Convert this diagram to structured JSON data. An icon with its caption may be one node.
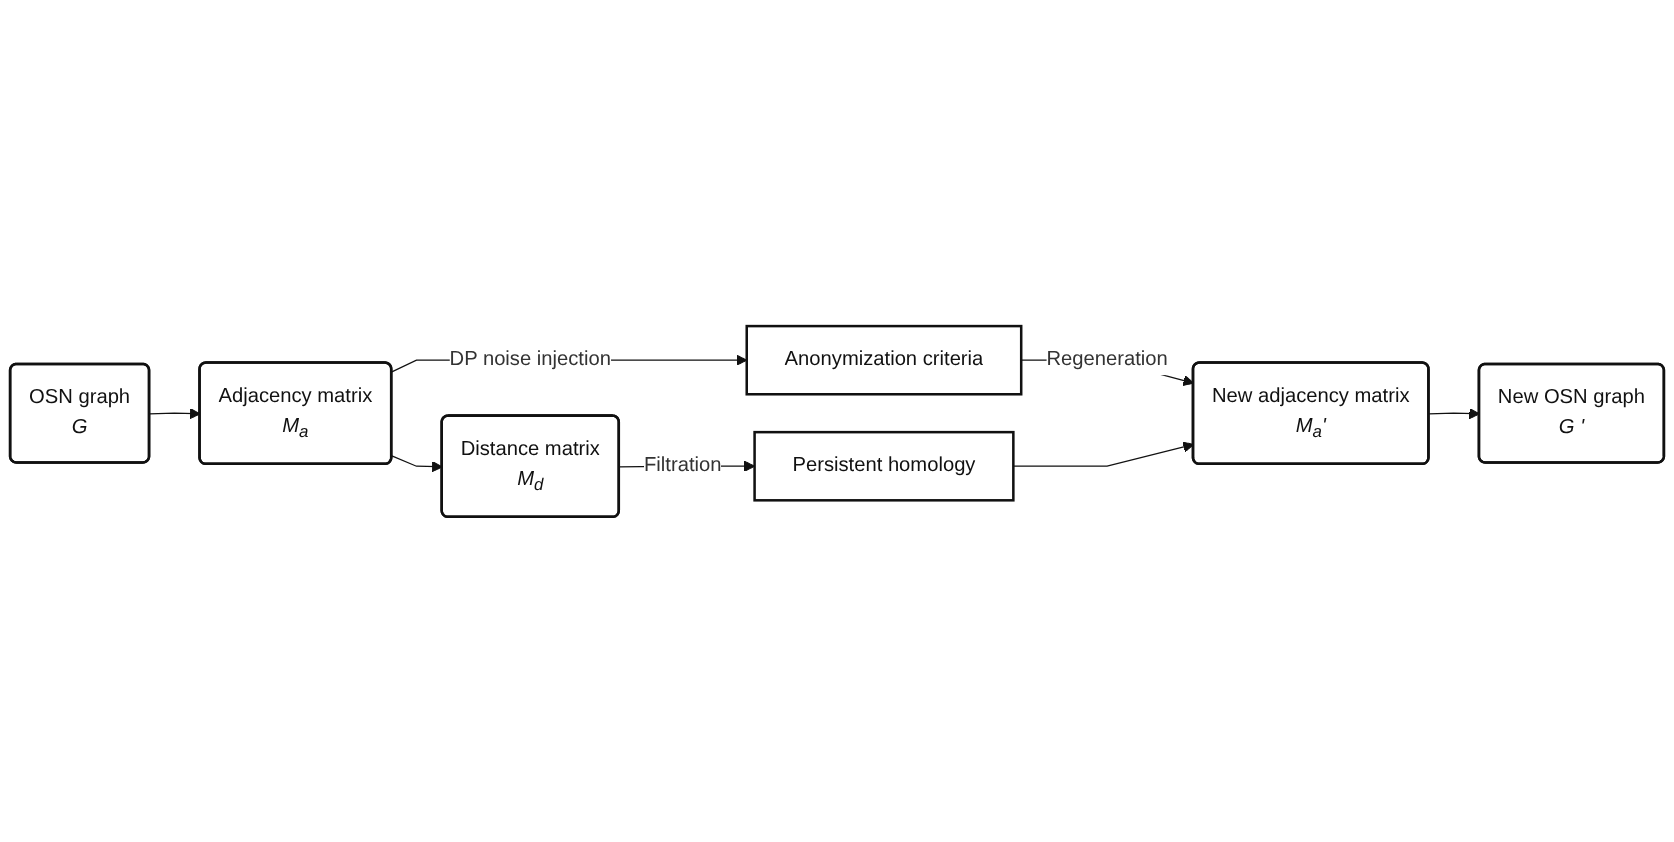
{
  "diagram": {
    "nodes": [
      {
        "text": [
          "OSN graph",
          "G"
        ]
      },
      {
        "text": [
          "Adjacency matrix",
          "M$_{a}$"
        ]
      },
      {
        "text": [
          "Distance matrix",
          "M$_{d}$"
        ]
      },
      {
        "text": [
          "Persistent homology"
        ]
      },
      {
        "text": [
          "Anonymization criteria"
        ]
      },
      {
        "text": [
          "New adjacency matrix",
          "M$_{a}$'"
        ]
      },
      {
        "text": [
          "New OSN graph",
          "G '"
        ]
      }
    ],
    "edges": [
      {
        "from": 0,
        "to": 1,
        "arrow": "to"
      },
      {
        "from": 1,
        "to": 2,
        "arrow": "to"
      },
      {
        "from": 2,
        "to": 3,
        "arrow": "to",
        "label": "Filtration"
      },
      {
        "from": 1,
        "to": 4,
        "arrow": "to",
        "label": "DP noise injection"
      },
      {
        "from": 4,
        "to": 5,
        "arrow": "to",
        "label": "Regeneration"
      },
      {
        "from": 3,
        "to": 5,
        "arrow": "to"
      },
      {
        "from": 5,
        "to": 6,
        "arrow": "to"
      }
    ]
  }
}
